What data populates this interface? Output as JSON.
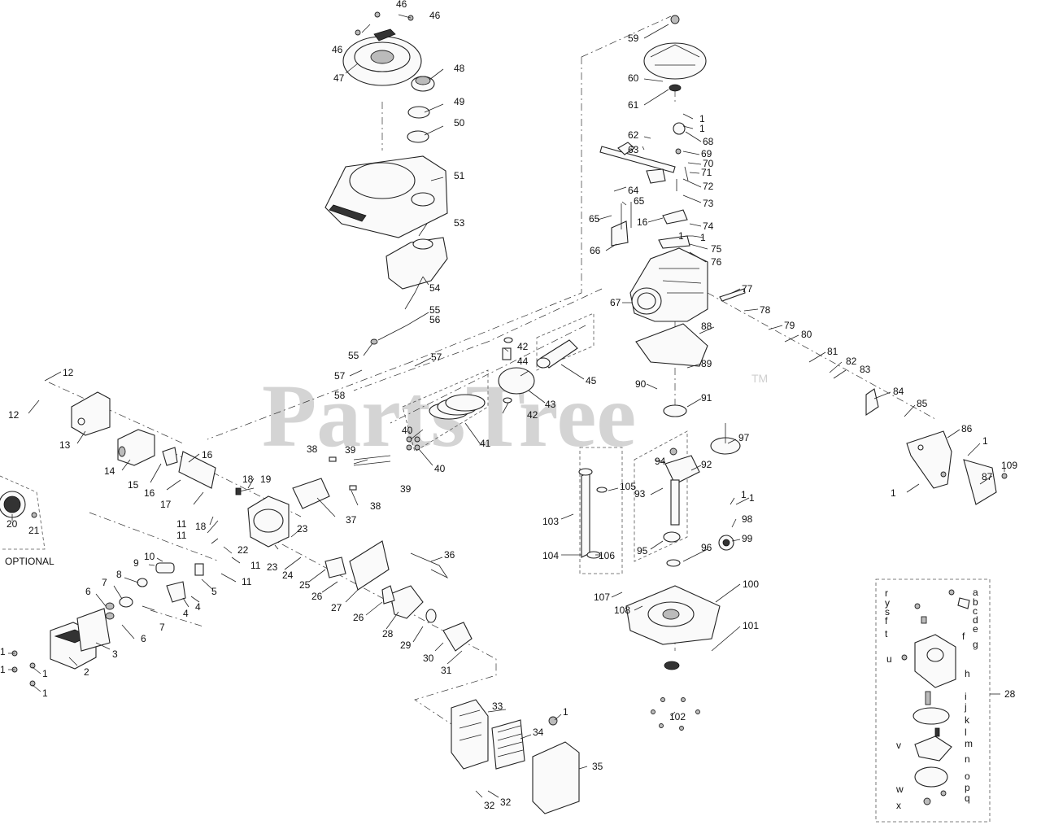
{
  "watermark": "PartsTree",
  "trademark": "TM",
  "optional_label": "OPTIONAL",
  "callouts": [
    {
      "id": "c46a",
      "text": "46"
    },
    {
      "id": "c46b",
      "text": "46"
    },
    {
      "id": "c46c",
      "text": "46"
    },
    {
      "id": "c47",
      "text": "47"
    },
    {
      "id": "c48",
      "text": "48"
    },
    {
      "id": "c49",
      "text": "49"
    },
    {
      "id": "c50",
      "text": "50"
    },
    {
      "id": "c51",
      "text": "51"
    },
    {
      "id": "c53",
      "text": "53"
    },
    {
      "id": "c54",
      "text": "54"
    },
    {
      "id": "c55a",
      "text": "55"
    },
    {
      "id": "c56",
      "text": "56"
    },
    {
      "id": "c55b",
      "text": "55"
    },
    {
      "id": "c57a",
      "text": "57"
    },
    {
      "id": "c57b",
      "text": "57"
    },
    {
      "id": "c58",
      "text": "58"
    },
    {
      "id": "c42a",
      "text": "42"
    },
    {
      "id": "c44",
      "text": "44"
    },
    {
      "id": "c45",
      "text": "45"
    },
    {
      "id": "c43",
      "text": "43"
    },
    {
      "id": "c42b",
      "text": "42"
    },
    {
      "id": "c41",
      "text": "41"
    },
    {
      "id": "c40a",
      "text": "40"
    },
    {
      "id": "c40b",
      "text": "40"
    },
    {
      "id": "c38a",
      "text": "38"
    },
    {
      "id": "c39a",
      "text": "39"
    },
    {
      "id": "c39b",
      "text": "39"
    },
    {
      "id": "c38b",
      "text": "38"
    },
    {
      "id": "c37",
      "text": "37"
    },
    {
      "id": "c36",
      "text": "36"
    },
    {
      "id": "c12a",
      "text": "12"
    },
    {
      "id": "c12b",
      "text": "12"
    },
    {
      "id": "c13",
      "text": "13"
    },
    {
      "id": "c14",
      "text": "14"
    },
    {
      "id": "c15",
      "text": "15"
    },
    {
      "id": "c16a",
      "text": "16"
    },
    {
      "id": "c16b",
      "text": "16"
    },
    {
      "id": "c17",
      "text": "17"
    },
    {
      "id": "c18a",
      "text": "18"
    },
    {
      "id": "c19",
      "text": "19"
    },
    {
      "id": "c18b",
      "text": "18"
    },
    {
      "id": "c20",
      "text": "20"
    },
    {
      "id": "c21",
      "text": "21"
    },
    {
      "id": "c11a",
      "text": "11"
    },
    {
      "id": "c11b",
      "text": "11"
    },
    {
      "id": "c22",
      "text": "22"
    },
    {
      "id": "c23a",
      "text": "23"
    },
    {
      "id": "c23b",
      "text": "23"
    },
    {
      "id": "c11c",
      "text": "11"
    },
    {
      "id": "c11d",
      "text": "11"
    },
    {
      "id": "c24",
      "text": "24"
    },
    {
      "id": "c25",
      "text": "25"
    },
    {
      "id": "c26a",
      "text": "26"
    },
    {
      "id": "c27",
      "text": "27"
    },
    {
      "id": "c26b",
      "text": "26"
    },
    {
      "id": "c28a",
      "text": "28"
    },
    {
      "id": "c29",
      "text": "29"
    },
    {
      "id": "c30",
      "text": "30"
    },
    {
      "id": "c31",
      "text": "31"
    },
    {
      "id": "c10",
      "text": "10"
    },
    {
      "id": "c9",
      "text": "9"
    },
    {
      "id": "c8",
      "text": "8"
    },
    {
      "id": "c5",
      "text": "5"
    },
    {
      "id": "c7a",
      "text": "7"
    },
    {
      "id": "c4a",
      "text": "4"
    },
    {
      "id": "c4b",
      "text": "4"
    },
    {
      "id": "c6a",
      "text": "6"
    },
    {
      "id": "c7b",
      "text": "7"
    },
    {
      "id": "c6b",
      "text": "6"
    },
    {
      "id": "c3",
      "text": "3"
    },
    {
      "id": "c2",
      "text": "2"
    },
    {
      "id": "c1a",
      "text": "1"
    },
    {
      "id": "c1b",
      "text": "1"
    },
    {
      "id": "c1c",
      "text": "1"
    },
    {
      "id": "c1d",
      "text": "1"
    },
    {
      "id": "c33",
      "text": "33"
    },
    {
      "id": "c1e",
      "text": "1"
    },
    {
      "id": "c34",
      "text": "34"
    },
    {
      "id": "c35",
      "text": "35"
    },
    {
      "id": "c32a",
      "text": "32"
    },
    {
      "id": "c32b",
      "text": "32"
    },
    {
      "id": "c59",
      "text": "59"
    },
    {
      "id": "c60",
      "text": "60"
    },
    {
      "id": "c61",
      "text": "61"
    },
    {
      "id": "c1f",
      "text": "1"
    },
    {
      "id": "c1g",
      "text": "1"
    },
    {
      "id": "c62",
      "text": "62"
    },
    {
      "id": "c63",
      "text": "63"
    },
    {
      "id": "c68",
      "text": "68"
    },
    {
      "id": "c69",
      "text": "69"
    },
    {
      "id": "c70",
      "text": "70"
    },
    {
      "id": "c71",
      "text": "71"
    },
    {
      "id": "c72",
      "text": "72"
    },
    {
      "id": "c64",
      "text": "64"
    },
    {
      "id": "c65a",
      "text": "65"
    },
    {
      "id": "c73",
      "text": "73"
    },
    {
      "id": "c65b",
      "text": "65"
    },
    {
      "id": "c16c",
      "text": "16"
    },
    {
      "id": "c74",
      "text": "74"
    },
    {
      "id": "c1h",
      "text": "1"
    },
    {
      "id": "c1i",
      "text": "1"
    },
    {
      "id": "c75",
      "text": "75"
    },
    {
      "id": "c66",
      "text": "66"
    },
    {
      "id": "c76",
      "text": "76"
    },
    {
      "id": "c77",
      "text": "77"
    },
    {
      "id": "c67",
      "text": "67"
    },
    {
      "id": "c78",
      "text": "78"
    },
    {
      "id": "c88",
      "text": "88"
    },
    {
      "id": "c79",
      "text": "79"
    },
    {
      "id": "c80",
      "text": "80"
    },
    {
      "id": "c81",
      "text": "81"
    },
    {
      "id": "c82",
      "text": "82"
    },
    {
      "id": "c83",
      "text": "83"
    },
    {
      "id": "c89",
      "text": "89"
    },
    {
      "id": "c90",
      "text": "90"
    },
    {
      "id": "c91",
      "text": "91"
    },
    {
      "id": "c84",
      "text": "84"
    },
    {
      "id": "c85",
      "text": "85"
    },
    {
      "id": "c86",
      "text": "86"
    },
    {
      "id": "c97",
      "text": "97"
    },
    {
      "id": "c1j",
      "text": "1"
    },
    {
      "id": "c87",
      "text": "87"
    },
    {
      "id": "c109",
      "text": "109"
    },
    {
      "id": "c1k",
      "text": "1"
    },
    {
      "id": "c94",
      "text": "94"
    },
    {
      "id": "c92",
      "text": "92"
    },
    {
      "id": "c105",
      "text": "105"
    },
    {
      "id": "c93",
      "text": "93"
    },
    {
      "id": "c1l",
      "text": "1"
    },
    {
      "id": "c1m",
      "text": "1"
    },
    {
      "id": "c103",
      "text": "103"
    },
    {
      "id": "c98",
      "text": "98"
    },
    {
      "id": "c99",
      "text": "99"
    },
    {
      "id": "c95",
      "text": "95"
    },
    {
      "id": "c96",
      "text": "96"
    },
    {
      "id": "c104",
      "text": "104"
    },
    {
      "id": "c106",
      "text": "106"
    },
    {
      "id": "c100",
      "text": "100"
    },
    {
      "id": "c107",
      "text": "107"
    },
    {
      "id": "c108",
      "text": "108"
    },
    {
      "id": "c101",
      "text": "101"
    },
    {
      "id": "c102",
      "text": "102"
    },
    {
      "id": "c28b",
      "text": "28"
    }
  ],
  "carb_callouts": [
    {
      "id": "ra",
      "text": "r"
    },
    {
      "id": "ca",
      "text": "a"
    },
    {
      "id": "ya",
      "text": "y"
    },
    {
      "id": "cb",
      "text": "b"
    },
    {
      "id": "sa",
      "text": "s"
    },
    {
      "id": "cc",
      "text": "c"
    },
    {
      "id": "fa",
      "text": "f"
    },
    {
      "id": "cd",
      "text": "d"
    },
    {
      "id": "ce",
      "text": "e"
    },
    {
      "id": "cf",
      "text": "f"
    },
    {
      "id": "ta",
      "text": "t"
    },
    {
      "id": "cg",
      "text": "g"
    },
    {
      "id": "ua",
      "text": "u"
    },
    {
      "id": "ch",
      "text": "h"
    },
    {
      "id": "ci",
      "text": "i"
    },
    {
      "id": "cj",
      "text": "j"
    },
    {
      "id": "ck",
      "text": "k"
    },
    {
      "id": "cl",
      "text": "l"
    },
    {
      "id": "cm",
      "text": "m"
    },
    {
      "id": "va",
      "text": "v"
    },
    {
      "id": "cn",
      "text": "n"
    },
    {
      "id": "co",
      "text": "o"
    },
    {
      "id": "wa",
      "text": "w"
    },
    {
      "id": "cp",
      "text": "p"
    },
    {
      "id": "cq",
      "text": "q"
    },
    {
      "id": "xa",
      "text": "x"
    }
  ]
}
